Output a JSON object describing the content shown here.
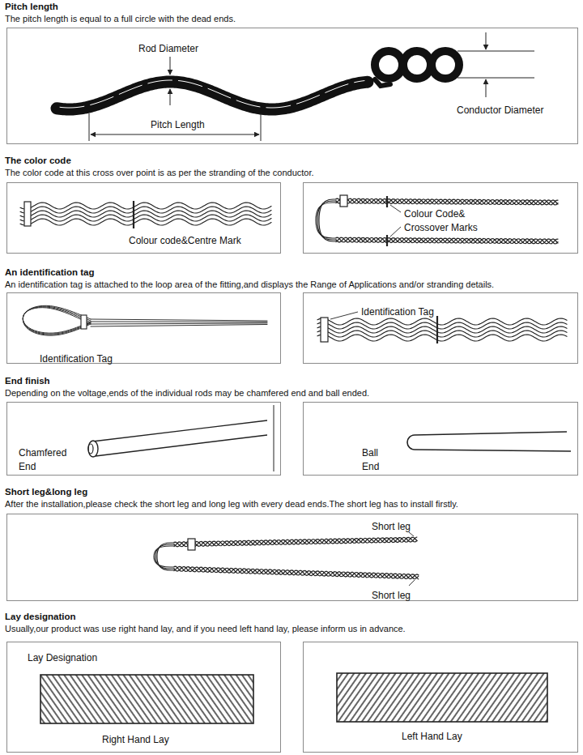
{
  "diagram": {
    "nodes": [
      {
        "text": [
          "Rod Diameter",
          "Pitch Length",
          "Conductor Diameter"
        ]
      },
      {
        "text": [
          "Colour code&Centre Mark"
        ]
      },
      {
        "text": [
          "Colour Code& Crossover Marks"
        ]
      },
      {
        "text": [
          "Identification Tag"
        ]
      },
      {
        "text": [
          "Identification Tag"
        ]
      },
      {
        "text": [
          "Chamfered End"
        ]
      },
      {
        "text": [
          "Ball End"
        ]
      },
      {
        "text": [
          "Short leg",
          "Short leg"
        ]
      },
      {
        "text": [
          "Lay Designation",
          "Right Hand Lay"
        ]
      },
      {
        "text": [
          "Left Hand Lay"
        ]
      }
    ],
    "labels": [
      "Pitch length",
      "The pitch length is equal to a full circle with the dead ends.",
      "The color code",
      "The color code at this cross over point is as per the stranding of the conductor.",
      "An identification tag",
      "An identification tag is attached to the loop area of the fitting,and displays the Range of Applications and/or stranding details.",
      "End finish",
      "Depending on the voltage,ends of the individual rods may be chamfered end and ball ended.",
      "Short leg&long leg",
      "After the installation,please check the short leg and long leg with every dead ends.The short leg has to install firstly.",
      "Lay designation",
      "Usually,our product was use right hand lay, and if you need left hand lay, please inform us in advance."
    ]
  }
}
